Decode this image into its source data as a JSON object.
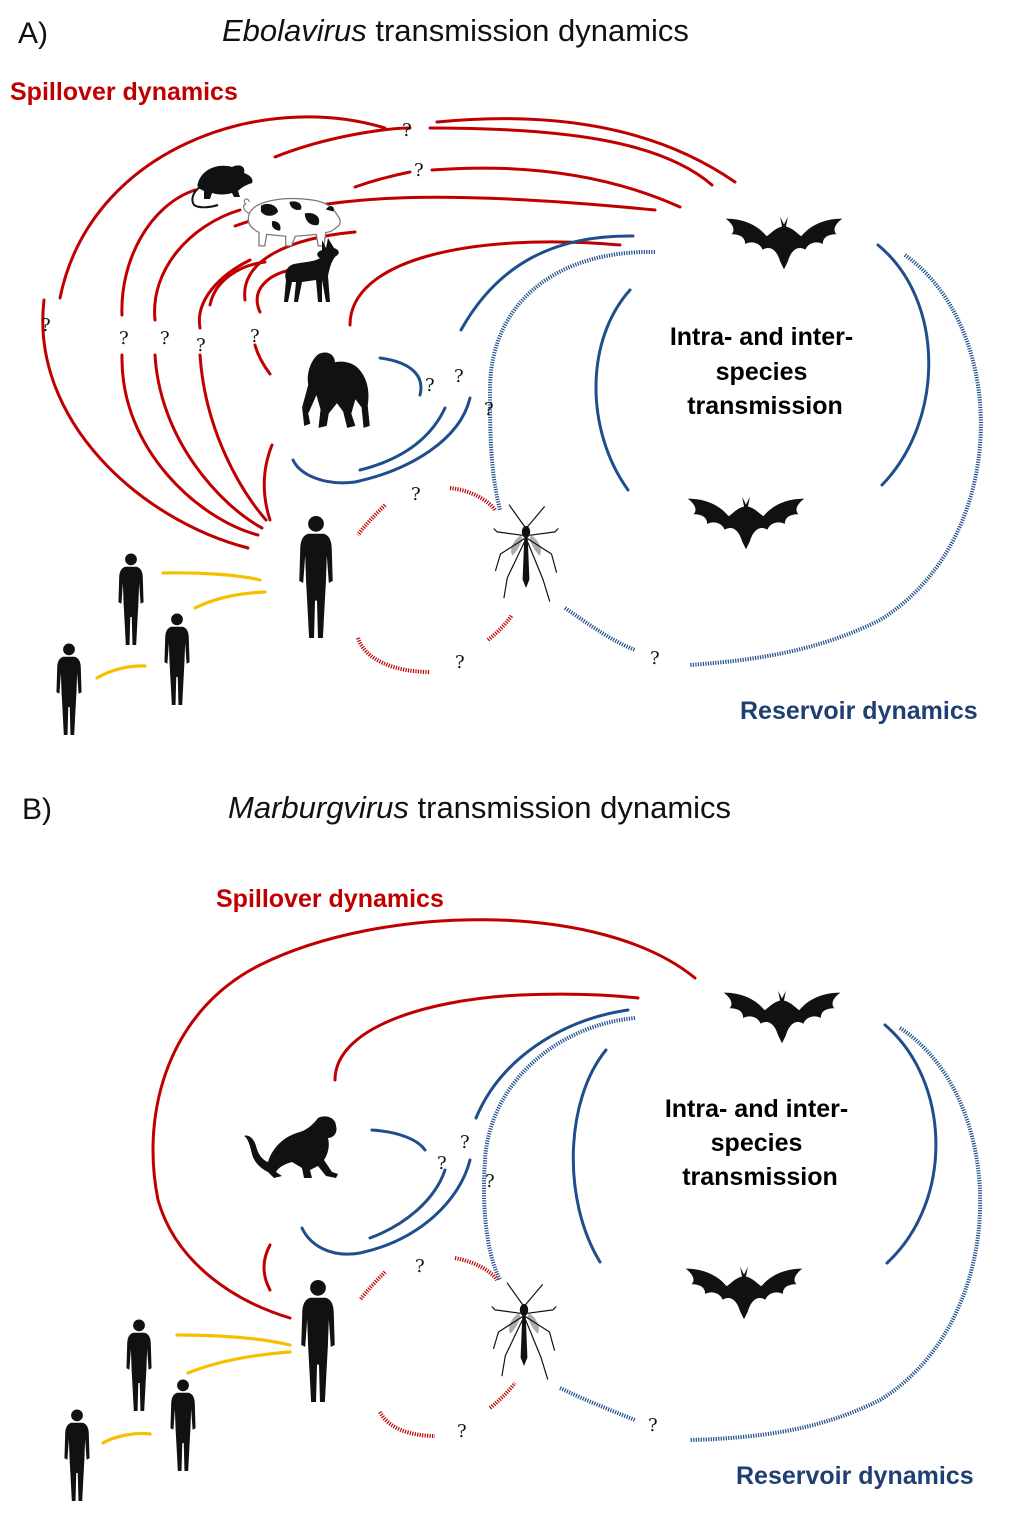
{
  "panel_a": {
    "letter": "A)",
    "title_italic": "Ebolavirus",
    "title_rest": " transmission dynamics",
    "spillover_label": "Spillover dynamics",
    "reservoir_label": "Reservoir dynamics",
    "center_lines": [
      "Intra- and inter-",
      "species",
      "transmission"
    ],
    "question_mark": "?"
  },
  "panel_b": {
    "letter": "B)",
    "title_italic": "Marburgvirus",
    "title_rest": " transmission dynamics",
    "spillover_label": "Spillover dynamics",
    "reservoir_label": "Reservoir dynamics",
    "center_lines": [
      "Intra- and inter-",
      "species",
      "transmission"
    ],
    "question_mark": "?"
  },
  "colors": {
    "spillover": "#c00000",
    "reservoir": "#1f4e8c",
    "human_to_human": "#f5c000"
  },
  "icons": [
    "rodent-icon",
    "pig-icon",
    "duiker-icon",
    "chimpanzee-icon",
    "monkey-icon",
    "bat-icon",
    "mosquito-icon",
    "human-icon"
  ]
}
